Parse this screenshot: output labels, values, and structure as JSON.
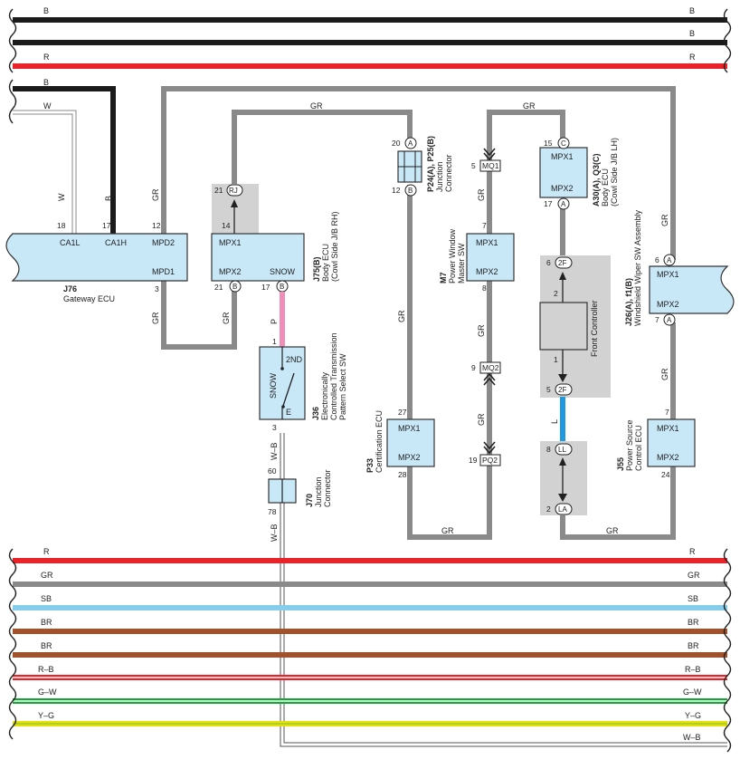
{
  "colors": {
    "B": "#1b1b1b",
    "R": "#e8232a",
    "GR": "#8a8a8a",
    "SB": "#86cdeb",
    "BR": "#a0522d",
    "P": "#ef8fb9",
    "L": "#1e9be0",
    "G": "#1aa33a",
    "Y": "#e8e000",
    "W": "#ffffff",
    "ecu_fill": "#c8e8f8",
    "shade": "#d2d2d2"
  },
  "top_buses": [
    {
      "label_left": "B",
      "label_right": "B",
      "color": "B"
    },
    {
      "label_left": "",
      "label_right": "B",
      "color": "B"
    },
    {
      "label_left": "R",
      "label_right": "R",
      "color": "R"
    }
  ],
  "bottom_buses": [
    {
      "label_left": "R",
      "label_right": "R",
      "color": "R"
    },
    {
      "label_left": "GR",
      "label_right": "GR",
      "color": "GR"
    },
    {
      "label_left": "SB",
      "label_right": "SB",
      "color": "SB"
    },
    {
      "label_left": "BR",
      "label_right": "BR",
      "color": "BR"
    },
    {
      "label_left": "BR",
      "label_right": "BR",
      "color": "BR"
    },
    {
      "label_left": "R–B",
      "label_right": "R–B",
      "color": "R",
      "stripe": "B"
    },
    {
      "label_left": "G–W",
      "label_right": "G–W",
      "color": "G",
      "stripe": "W"
    },
    {
      "label_left": "Y–G",
      "label_right": "Y–G",
      "color": "Y",
      "stripe": "G"
    },
    {
      "label_left": "",
      "label_right": "W–B",
      "color": "W",
      "stripe": "B"
    }
  ],
  "wire_labels": {
    "b_feed": "B",
    "w_feed": "W",
    "w_vert": "W",
    "b_vert": "B",
    "gr_left_up": "GR",
    "gr_left_down": "GR",
    "gr_j75_top": "GR",
    "gr_j75_down": "GR",
    "gr_p24_down": "GR",
    "gr_right_top": "GR",
    "gr_m7_up": "GR",
    "gr_m7_mid": "GR",
    "gr_m7_low": "GR",
    "gr_p33_bottom": "GR",
    "gr_j26_up": "GR",
    "gr_j26_down": "GR",
    "gr_la_bottom": "GR",
    "p_wire": "P",
    "l_wire": "L",
    "wb_upper": "W–B",
    "wb_lower": "W–B"
  },
  "j76": {
    "code": "J76",
    "name": "Gateway ECU",
    "terms": [
      "CA1L",
      "CA1H",
      "MPD2",
      "MPD1"
    ],
    "pins": [
      "18",
      "17",
      "12",
      "3"
    ]
  },
  "j75": {
    "code": "J75(B)",
    "name": "Body ECU",
    "location": "(Cowl Side J/B RH)",
    "terms": [
      "MPX1",
      "MPX2",
      "SNOW"
    ],
    "pins": [
      "21",
      "14",
      "21",
      "17"
    ],
    "conn": [
      "RJ",
      "B",
      "B"
    ]
  },
  "j36": {
    "code": "J36",
    "lines": [
      "Electronically",
      "Controlled Transmission",
      "Pattern Select SW"
    ],
    "terms": [
      "2ND",
      "SNOW",
      "E"
    ],
    "pins": [
      "1",
      "3"
    ]
  },
  "j70": {
    "code": "J70",
    "lines": [
      "Junction",
      "Connector"
    ],
    "pins": [
      "60",
      "78"
    ]
  },
  "p24": {
    "code": "P24(A), P25(B)",
    "lines": [
      "Junction",
      "Connector"
    ],
    "pins": [
      "20",
      "12"
    ],
    "conn": [
      "A",
      "B"
    ]
  },
  "p33": {
    "code": "P33",
    "name": "Certification ECU",
    "terms": [
      "MPX1",
      "MPX2"
    ],
    "pins": [
      "27",
      "28"
    ]
  },
  "m7": {
    "code": "M7",
    "lines": [
      "Power Window",
      "Master SW"
    ],
    "terms": [
      "MPX1",
      "MPX2"
    ],
    "pins": [
      "7",
      "8"
    ]
  },
  "mq": {
    "mq1": "MQ1",
    "mq2": "MQ2",
    "pq2": "PQ2",
    "pin_mq1": "5",
    "pin_mq2": "9",
    "pin_pq2": "19"
  },
  "a30": {
    "code": "A30(A), Q3(C)",
    "name": "Body ECU",
    "location": "(Cowl Side J/B LH)",
    "terms": [
      "MPX1",
      "MPX2"
    ],
    "pins": [
      "15",
      "17"
    ],
    "conn": [
      "C",
      "A"
    ]
  },
  "front": {
    "name": "Front Controller",
    "pins": [
      "6",
      "2",
      "1",
      "5"
    ],
    "conn": [
      "2F",
      "2F"
    ]
  },
  "ll": {
    "conn": [
      "LL",
      "LA"
    ],
    "pins": [
      "8",
      "2"
    ]
  },
  "j26": {
    "code": "J26(A), f1(B)",
    "name": "Windshield Wiper SW Assembly",
    "terms": [
      "MPX1",
      "MPX2"
    ],
    "pins": [
      "6",
      "7"
    ],
    "conn": [
      "A",
      "A"
    ]
  },
  "j55": {
    "code": "J55",
    "lines": [
      "Power Source",
      "Control ECU"
    ],
    "terms": [
      "MPX1",
      "MPX2"
    ],
    "pins": [
      "7",
      "24"
    ]
  }
}
